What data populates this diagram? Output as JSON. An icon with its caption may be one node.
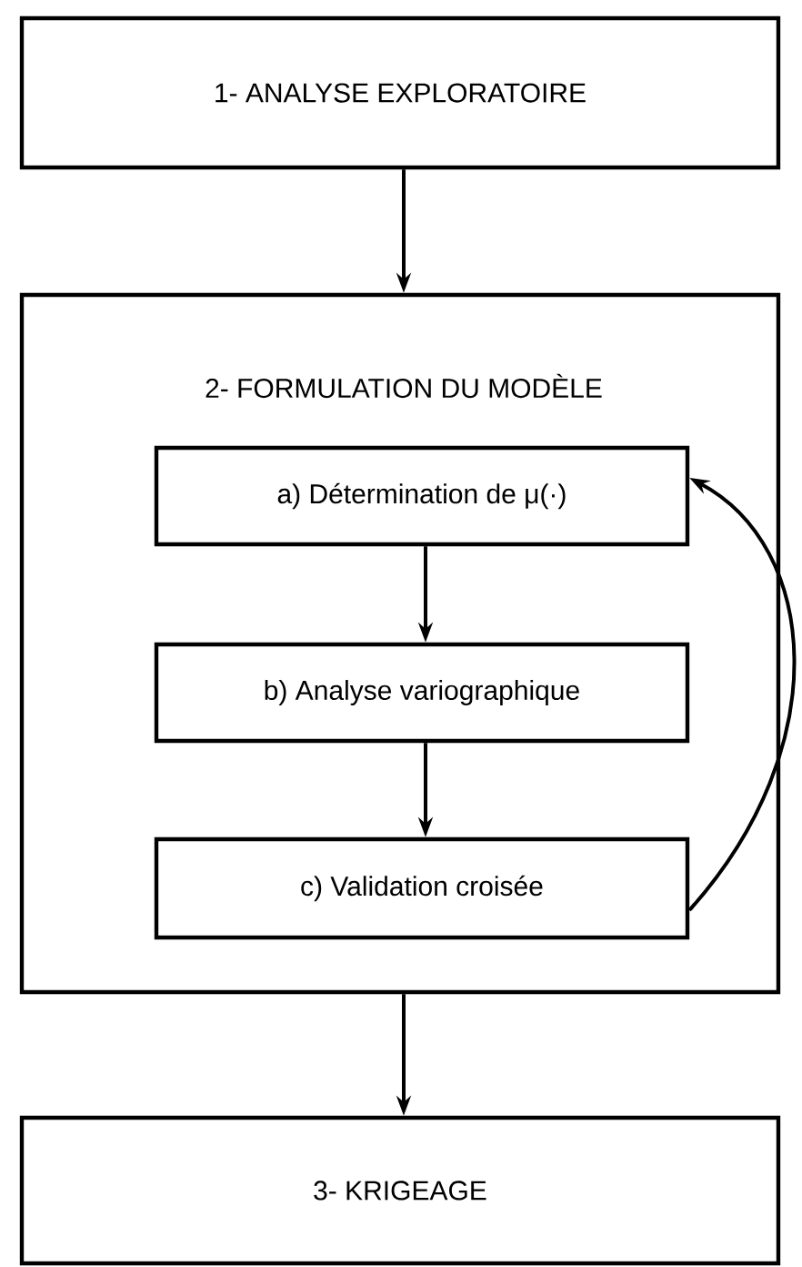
{
  "diagram": {
    "nodes": [
      {
        "text": [
          "1- ANALYSE EXPLORATOIRE"
        ]
      },
      {
        "text": [
          "2- FORMULATION DU MODÈLE"
        ]
      },
      {
        "text": [
          "a) Détermination de μ(·)"
        ],
        "in": 1
      },
      {
        "text": [
          "b) Analyse variographique"
        ],
        "in": 1
      },
      {
        "text": [
          "c) Validation croisée"
        ],
        "in": 1
      },
      {
        "text": [
          "3- KRIGEAGE"
        ]
      }
    ],
    "edges": [
      {
        "from": 0,
        "to": 1,
        "arrow": "to"
      },
      {
        "from": 2,
        "to": 3,
        "arrow": "to"
      },
      {
        "from": 3,
        "to": 4,
        "arrow": "to"
      },
      {
        "from": 4,
        "to": 2,
        "arrow": "to"
      },
      {
        "from": 1,
        "to": 5,
        "arrow": "to"
      }
    ]
  }
}
